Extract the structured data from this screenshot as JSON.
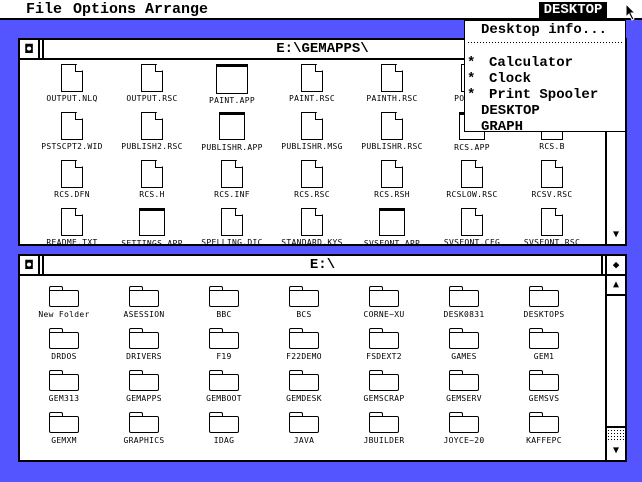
{
  "menubar": {
    "file": "File",
    "options": "Options",
    "arrange": "Arrange",
    "desktop": "DESKTOP"
  },
  "desktop_menu": {
    "info": "Desktop info...",
    "items": [
      {
        "label": "Calculator",
        "mark": "*"
      },
      {
        "label": "Clock",
        "mark": "*"
      },
      {
        "label": "Print Spooler",
        "mark": "*"
      },
      {
        "label": "DESKTOP",
        "mark": ""
      },
      {
        "label": "GRAPH",
        "mark": ""
      }
    ]
  },
  "window1": {
    "title": "E:\\GEMAPPS\\",
    "rows": [
      [
        "OUTPUT.NLQ",
        "OUTPUT.RSC",
        "PAINT.APP",
        "PAINT.RSC",
        "PAINTH.RSC",
        "POSTSCR"
      ],
      [
        "PSTSCPT2.WID",
        "PUBLISH2.RSC",
        "PUBLISHR.APP",
        "PUBLISHR.MSG",
        "PUBLISHR.RSC",
        "RCS.APP",
        "RCS.B"
      ],
      [
        "RCS.DFN",
        "RCS.H",
        "RCS.INF",
        "RCS.RSC",
        "RCS.RSH",
        "RCSLOW.RSC",
        "RCSV.RSC"
      ],
      [
        "README.TXT",
        "SETTINGS.APP",
        "SPELLING.DIC",
        "STANDARD.KYS",
        "SVSFONT.APP",
        "SVSFONT.CFG",
        "SVSFONT.RSC"
      ]
    ]
  },
  "window2": {
    "title": "E:\\",
    "rows": [
      [
        "New Folder",
        "ASESSION",
        "BBC",
        "BCS",
        "CORNE~XU",
        "DESK0831",
        "DESKTOPS"
      ],
      [
        "DRDOS",
        "DRIVERS",
        "F19",
        "F22DEMO",
        "FSDEXT2",
        "GAMES",
        "GEM1"
      ],
      [
        "GEM313",
        "GEMAPPS",
        "GEMBOOT",
        "GEMDESK",
        "GEMSCRAP",
        "GEMSERV",
        "GEMSVS"
      ],
      [
        "GEMXM",
        "GRAPHICS",
        "IDAG",
        "JAVA",
        "JBUILDER",
        "JOYCE~20",
        "KAFFEPC"
      ]
    ]
  },
  "glyphs": {
    "close": "◘",
    "full": "◆",
    "up": "▲",
    "down": "▼"
  }
}
